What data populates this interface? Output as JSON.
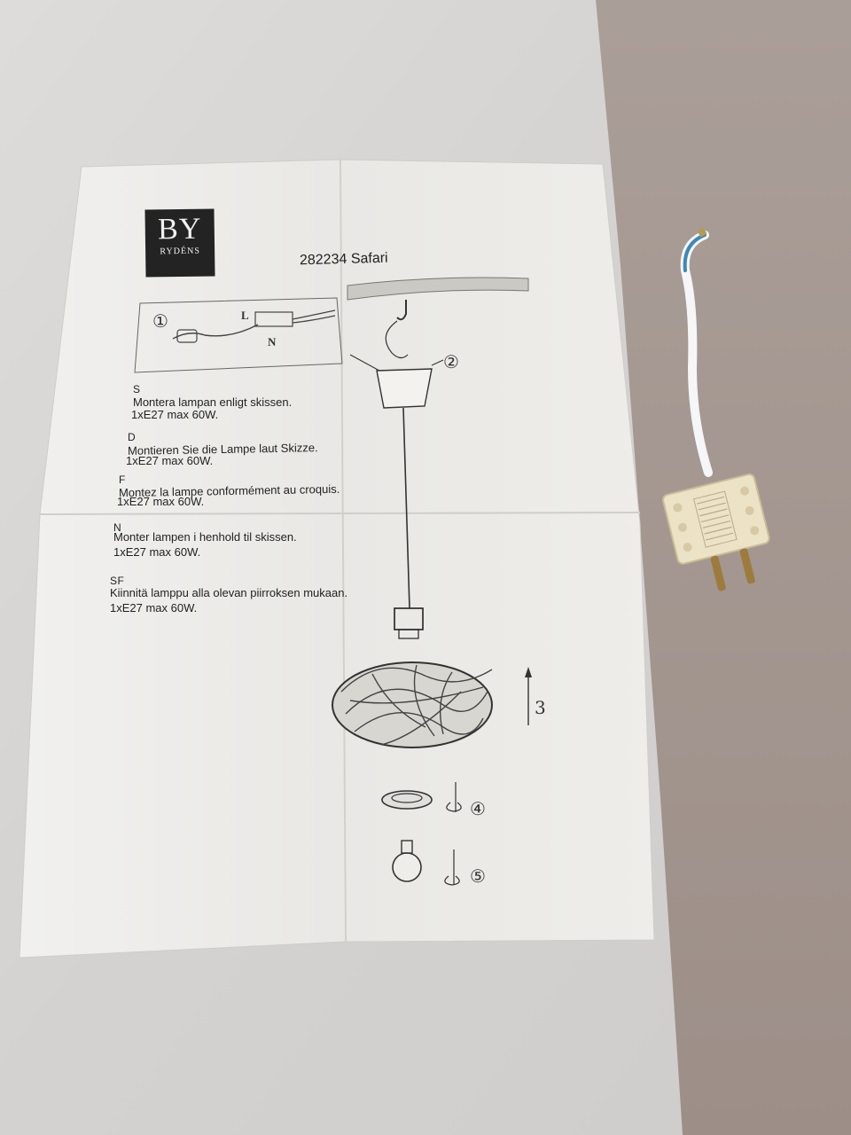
{
  "sheet": {
    "logo": {
      "main": "BY",
      "sub": "RYDÉNS"
    },
    "title": "282234 Safari",
    "wire_labels": {
      "live": "L",
      "neutral": "N"
    },
    "steps": [
      "①",
      "②",
      "3",
      "④",
      "⑤"
    ],
    "instructions": [
      {
        "lang": "S",
        "line1": "Montera lampan enligt skissen.",
        "line2": "1xE27 max 60W."
      },
      {
        "lang": "D",
        "line1": "Montieren Sie die Lampe laut Skizze.",
        "line2": "1xE27 max 60W."
      },
      {
        "lang": "F",
        "line1": "Montez la lampe conformément au croquis.",
        "line2": "1xE27 max 60W."
      },
      {
        "lang": "N",
        "line1": "Monter lampen i henhold til skissen.",
        "line2": "1xE27 max 60W."
      },
      {
        "lang": "SF",
        "line1": "Kiinnitä lamppu alla olevan piirroksen mukaan.",
        "line2": "1xE27 max 60W."
      }
    ]
  },
  "colors": {
    "carpet": "#d7d5d3",
    "table": "#a59892",
    "paper": "#f0efec",
    "plug_body": "#ece2c6",
    "cable_white": "#f4f6f7",
    "cable_blue": "#3f87b8"
  }
}
